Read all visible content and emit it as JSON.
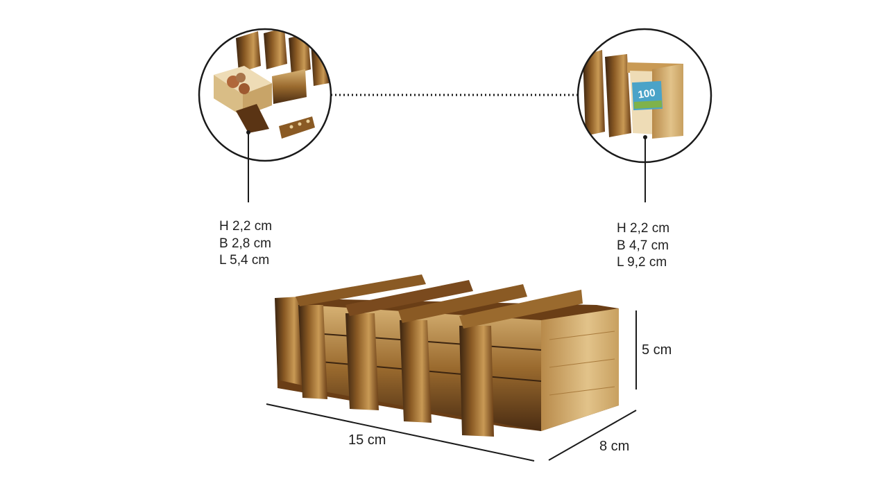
{
  "colors": {
    "line": "#1a1a1a",
    "wood_dark": "#3b2410",
    "wood_mid": "#7a4a1e",
    "wood_light": "#c99a55",
    "wood_pale": "#e8cf9a",
    "drawer_inner": "#eedcb6",
    "banknote_blue": "#4aa3c8",
    "banknote_green": "#7fb24a",
    "coin": "#b0673a"
  },
  "icons": {
    "left_circle": "small-drawer-with-coins",
    "right_circle": "drawer-with-banknotes",
    "main": "wooden-puzzle-box"
  },
  "left_drawer": {
    "height": "H 2,2 cm",
    "width": "B 2,8 cm",
    "length": "L 5,4 cm"
  },
  "right_drawer": {
    "height": "H 2,2 cm",
    "width": "B 4,7 cm",
    "length": "L 9,2 cm"
  },
  "box_dimensions": {
    "height": "5 cm",
    "length": "15 cm",
    "depth": "8 cm"
  },
  "banknote_text": "100"
}
